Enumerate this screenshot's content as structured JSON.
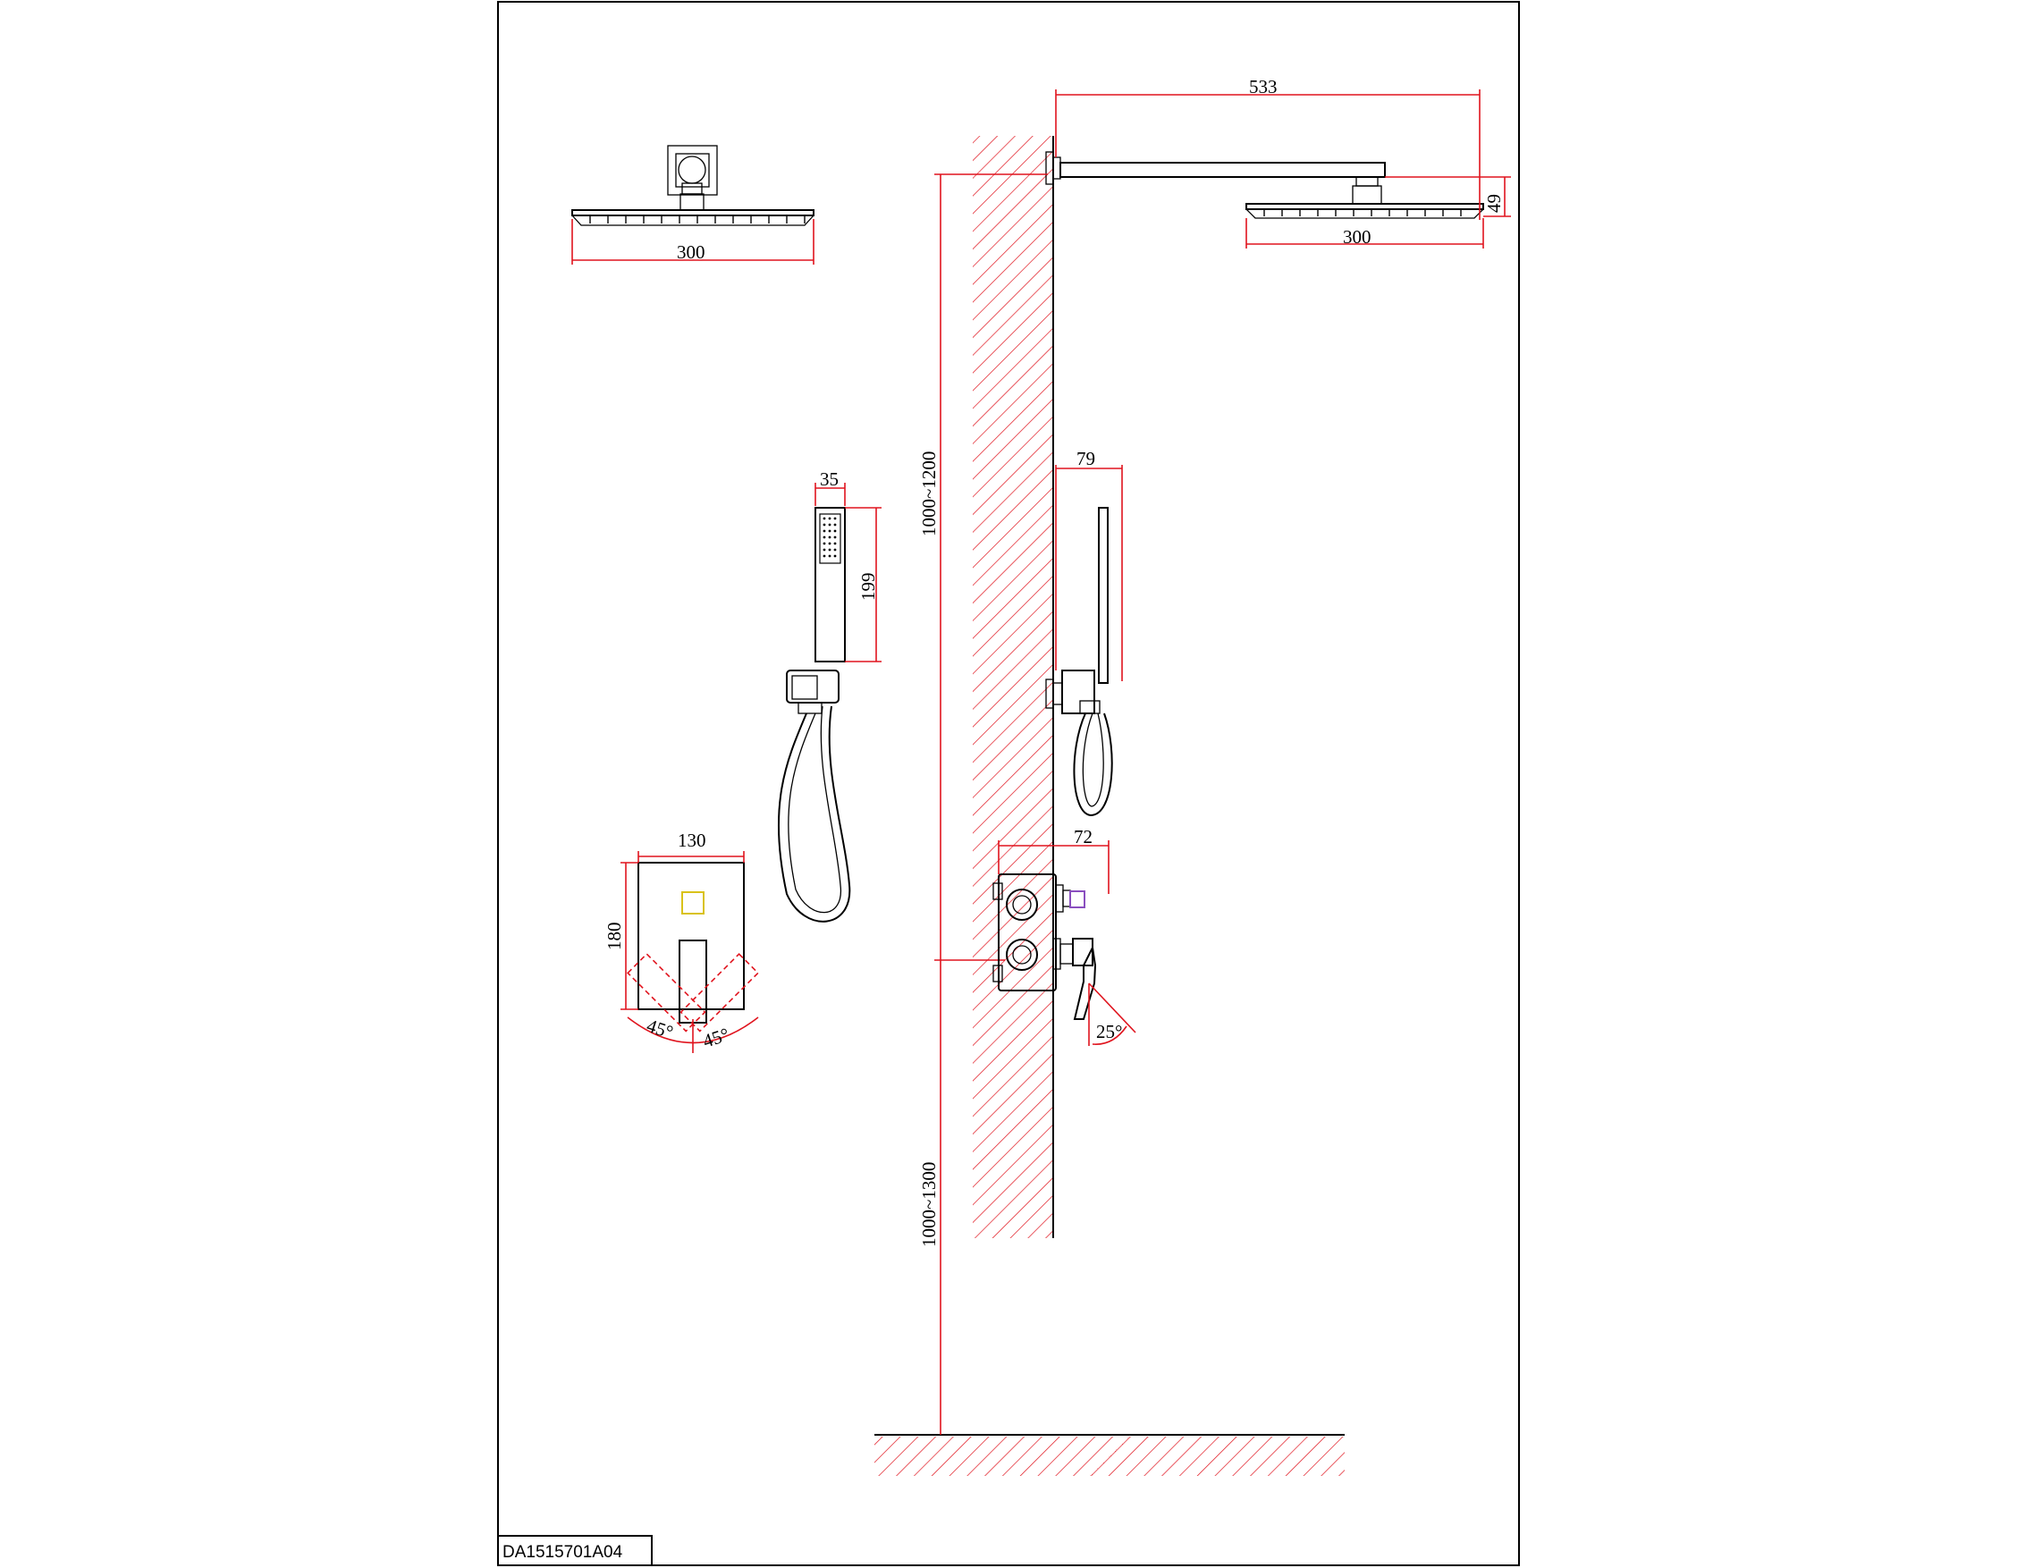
{
  "drawing": {
    "code": "DA1515701A04",
    "colors": {
      "dimension": "#e0141e",
      "outline": "#000000",
      "marker_yellow": "#d9c21a",
      "marker_purple": "#8a4fbf"
    }
  },
  "dimensions": {
    "head_front_width": "300",
    "arm_length": "533",
    "head_side_width": "300",
    "head_drop": "49",
    "handshower_width": "35",
    "handshower_head_length": "199",
    "holder_projection": "79",
    "upper_height": "1000~1200",
    "plate_width": "130",
    "plate_height": "180",
    "lever_angle_left": "45°",
    "lever_angle_right": "45°",
    "valve_projection": "72",
    "lever_tilt": "25°",
    "lower_height": "1000~1300"
  }
}
